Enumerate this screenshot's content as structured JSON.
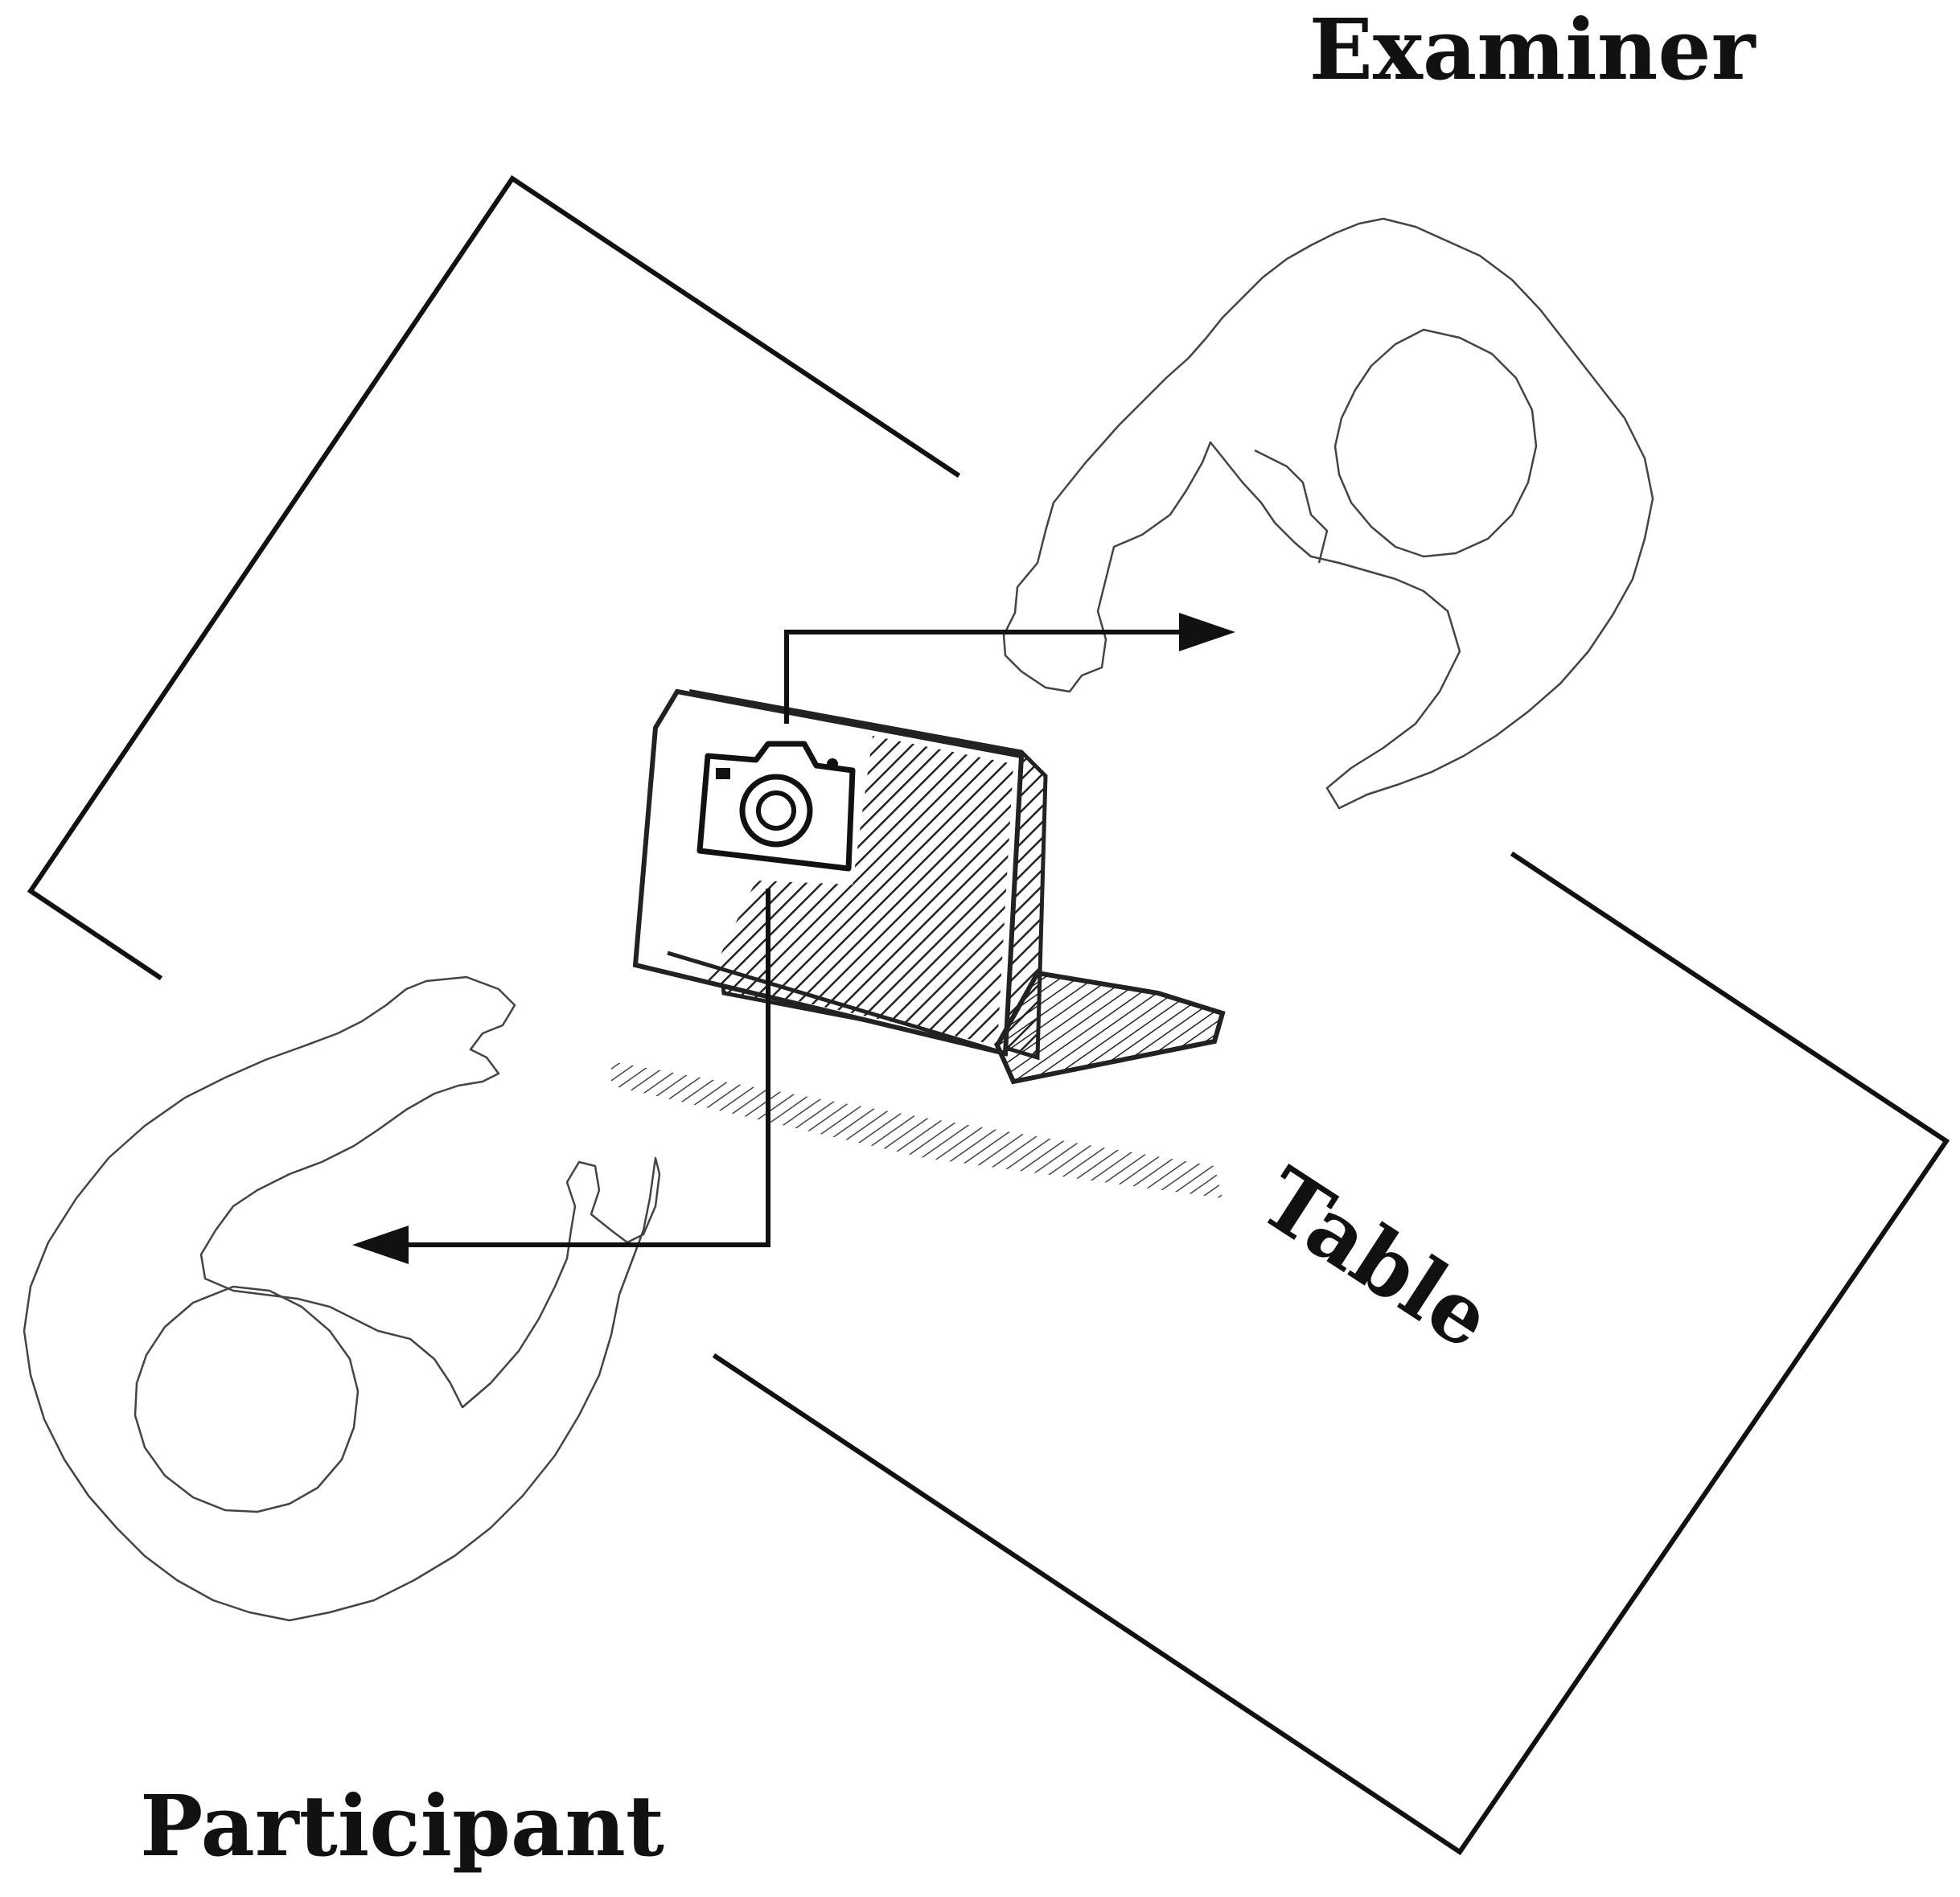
{
  "labels": {
    "examiner": "Examiner",
    "participant": "Participant",
    "table": "Table"
  },
  "icons": {
    "camera": "camera-icon",
    "laptop": "laptop-icon"
  },
  "colors": {
    "ink": "#111111",
    "background": "#ffffff"
  }
}
